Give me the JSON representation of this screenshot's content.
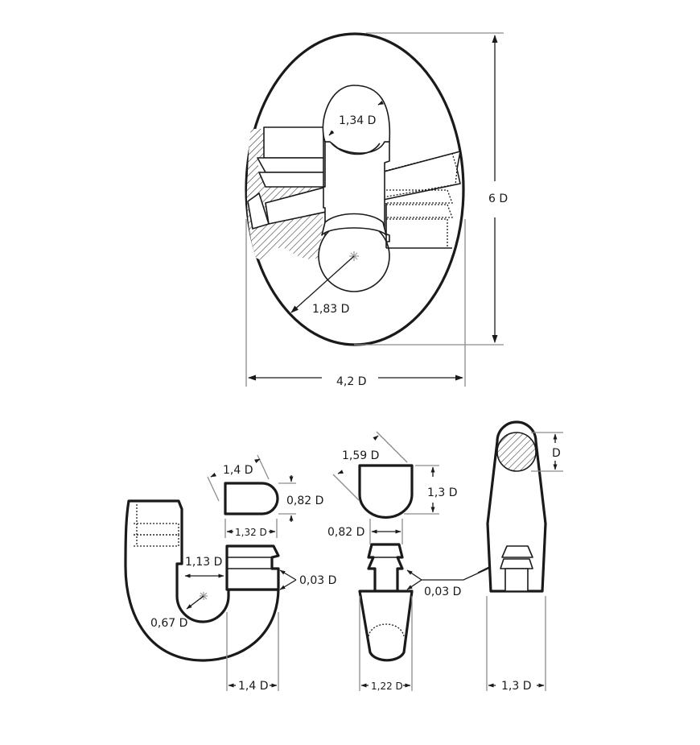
{
  "labels": {
    "main_link": {
      "pin_head_radius": "1,34 D",
      "inner_radius": "1,83 D",
      "length": "6 D",
      "width": "4,2 D"
    },
    "half_link": {
      "inner_gap": "1,13 D",
      "inner_radius": "0,67 D",
      "width": "1,4 D"
    },
    "stud": {
      "diagonal": "1,4 D",
      "height": "0,82 D",
      "width": "1,32 D"
    },
    "clearance": "0,03 D",
    "pin_head": {
      "diagonal": "1,59 D",
      "height": "1,3 D",
      "neck_width": "0,82 D"
    },
    "pin_body_width": "1,22 D",
    "clearance_right": "0,03 D",
    "plug": {
      "diameter": "D",
      "width": "1,3 D"
    }
  }
}
